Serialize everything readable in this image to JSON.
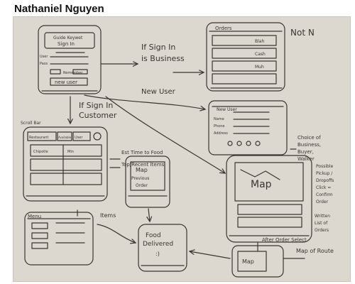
{
  "page_title": "Nathaniel Nguyen",
  "sketch": {
    "signin": {
      "line1": "Guide Keywet",
      "line2": "Sign In",
      "user": "User",
      "pass": "Pass",
      "remember": "Remember",
      "new_user": "new user"
    },
    "orders": {
      "title": "Orders",
      "item1": "Blah",
      "item2": "Cash",
      "item3": "Muh",
      "note": "Not N"
    },
    "restaurant": {
      "label": "Scroll Bar",
      "tab1": "Restaurant",
      "tab2": "Available",
      "tab3": "User",
      "row1a": "Chipotle",
      "row1b": "Min"
    },
    "new_user_form": {
      "title": "New User",
      "f1": "Name",
      "f2": "Phone",
      "f3": "Address"
    },
    "map_order": {
      "line1": "Map",
      "line2": "Previous",
      "line3": "Order"
    },
    "map_big": {
      "label": "Map"
    },
    "menu": {
      "title": "Menu"
    },
    "food": {
      "line1": "Food",
      "line2": "Delivered",
      "line3": ":)"
    },
    "map_small": {
      "label": "Map"
    },
    "notes": {
      "if_signin_business1": "If Sign In",
      "if_signin_business2": "is Business",
      "new_user": "New User",
      "if_signin_customer1": "If Sign In",
      "if_signin_customer2": "Customer",
      "eta1": "Est Time to Food",
      "eta2": "Top/Recent Items",
      "choice1": "Choice of",
      "choice2": "Business,",
      "choice3": "Buyer,",
      "choice4": "Walker",
      "possible1": "Possible",
      "possible2": "Pickup /",
      "possible3": "Dropoffs",
      "possible4": "Click =",
      "possible5": "Confirm",
      "possible6": "Order",
      "written1": "Written",
      "written2": "List of",
      "written3": "Orders",
      "items": "Items",
      "after_order": "After Order Select",
      "map_of_route": "Map of Route"
    }
  }
}
